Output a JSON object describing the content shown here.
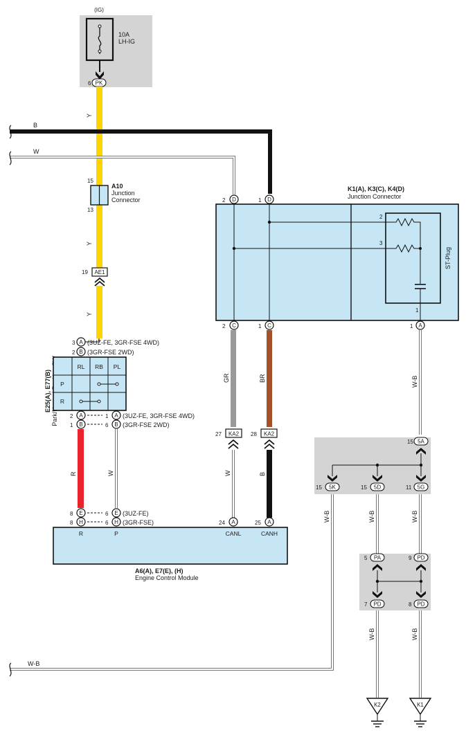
{
  "colors": {
    "yellow": "#ffd200",
    "red": "#e8232b",
    "brown": "#a4512b",
    "gray": "#9a9a9a",
    "black": "#111111",
    "component_fill": "#c6e6f6",
    "shade": "#d4d4d4"
  },
  "fuse": {
    "ig": "(IG)",
    "rating": "10A",
    "name": "LH-IG",
    "pin": "6",
    "connector": "PK"
  },
  "wires": {
    "yellow_top": "Y",
    "yellow_mid": "Y",
    "yellow_low": "Y",
    "b_bus": "B",
    "w_bus": "W",
    "gr": "GR",
    "br": "BR",
    "wb_a": "W-B",
    "r": "R",
    "w_p": "W",
    "w_canl": "W",
    "b_canh": "B",
    "wb_5k": "W-B",
    "wb_5d": "W-B",
    "wb_5g": "W-B",
    "wb_pd7": "W-B",
    "wb_pd8": "W-B",
    "wb_bottom": "W-B"
  },
  "a10": {
    "id": "A10",
    "line1": "Junction",
    "line2": "Connector",
    "pin_top": "15",
    "pin_bottom": "13"
  },
  "ae1": {
    "pin": "19",
    "label": "AE1"
  },
  "k_module": {
    "title": "K1(A), K3(C), K4(D)",
    "subtitle": "Junction Connector",
    "pin_d2": "2",
    "conn_d2": "D",
    "pin_d1": "1",
    "conn_d1": "D",
    "pin_c2": "2",
    "conn_c2": "C",
    "pin_c1": "1",
    "conn_c1": "C",
    "pin_a1": "1",
    "conn_a1": "A",
    "stplug": "ST-Plug",
    "plug_pin2": "2",
    "plug_pin3": "3",
    "plug_pin1": "1"
  },
  "park_sw": {
    "id": "E25(A), E77(B)",
    "name": "Park/Neutral Position SW",
    "headers": [
      "RL",
      "RB",
      "PL"
    ],
    "rows": [
      "P",
      "R"
    ],
    "top_pin1": "3",
    "top_conn1": "A",
    "top_note1": "(3UZ-FE, 3GR-FSE 4WD)",
    "top_pin2": "2",
    "top_conn2": "B",
    "top_note2": "(3GR-FSE 2WD)",
    "bot_pin_a": "2",
    "bot_conn_a": "A",
    "bot_pin_a2": "1",
    "bot_conn_a2": "A",
    "bot_note_a": "(3UZ-FE, 3GR-FSE 4WD)",
    "bot_pin_b": "1",
    "bot_conn_b": "B",
    "bot_pin_b2": "6",
    "bot_conn_b2": "B",
    "bot_note_b": "(3GR-FSE 2WD)"
  },
  "ka2": {
    "pin_left": "27",
    "label_left": "KA2",
    "pin_right": "28",
    "label_right": "KA2"
  },
  "ecm": {
    "id": "A6(A), E7(E), (H)",
    "name": "Engine Control Module",
    "p8e_left": "8",
    "c_e_left": "E",
    "p6e": "6",
    "c_e": "E",
    "note_e": "(3UZ-FE)",
    "p8h_left": "8",
    "c_h_left": "H",
    "p6h": "6",
    "c_h": "H",
    "note_h": "(3GR-FSE)",
    "p24": "24",
    "c24": "A",
    "p25": "25",
    "c25": "A",
    "lbl_r": "R",
    "lbl_p": "P",
    "lbl_canl": "CANL",
    "lbl_canh": "CANH"
  },
  "junction_block1": {
    "p15_top": "15",
    "c_5a": "5A",
    "p15_5k": "15",
    "c_5k": "5K",
    "p15_5d": "15",
    "c_5d": "5D",
    "p11": "11",
    "c_5g": "5G"
  },
  "junction_block2": {
    "p5": "5",
    "c_pa": "PA",
    "p9": "9",
    "c_pd_top": "PD",
    "p7": "7",
    "c_pd7": "PD",
    "p8": "8",
    "c_pd8": "PD"
  },
  "grounds": {
    "left": "K2",
    "right": "K1"
  }
}
